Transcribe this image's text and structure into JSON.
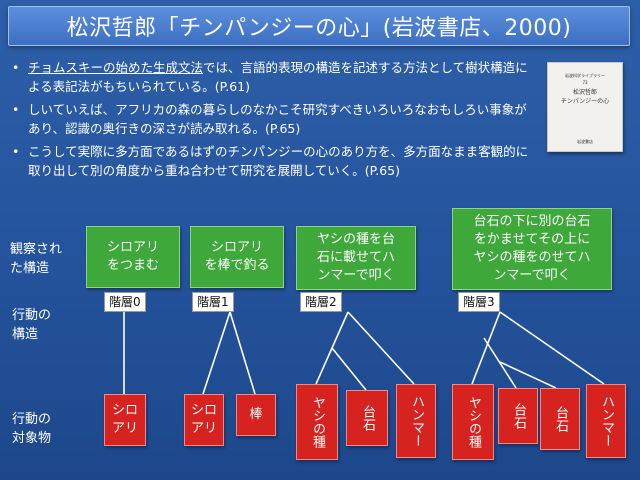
{
  "title": "松沢哲郎「チンパンジーの心」(岩波書店、2000)",
  "bullets": [
    {
      "underlined": "チョムスキーの始めた生成文法",
      "rest": "では、言語的表現の構造を記述する方法として樹状構造による表記法がもちいられている。(P.61)"
    },
    {
      "underlined": "",
      "rest": "しいていえば、アフリカの森の暮らしのなかこそ研究すべきいろいろなおもしろい事象があり、認識の奥行きの深さが読み取れる。(P.65)"
    },
    {
      "underlined": "",
      "rest": "こうして実際に多方面であるはずのチンパンジーの心のあり方を、多方面なまま客観的に取り出して別の角度から重ね合わせて研究を展開していく。(P.65)"
    }
  ],
  "book": {
    "line1": "岩波科学ライブラリー",
    "line2": "73",
    "line3": "松沢哲郎",
    "line4": "チンパンジーの心",
    "line5": "岩波書店"
  },
  "row_labels": {
    "observed": "観察され\nた構造",
    "action_structure": "行動の\n構造",
    "action_target": "行動の\n対象物"
  },
  "behaviors": [
    {
      "label": "シロアリ\nをつまむ",
      "level": "階層0",
      "targets": [
        "シロ\nアリ"
      ]
    },
    {
      "label": "シロアリ\nを棒で釣る",
      "level": "階層1",
      "targets": [
        "シロ\nアリ",
        "棒"
      ]
    },
    {
      "label": "ヤシの種を台\n石に載せてハ\nンマーで叩く",
      "level": "階層2",
      "targets": [
        "ヤシの種",
        "台石",
        "ハンマー"
      ]
    },
    {
      "label": "台石の下に別の台石\nをかませてその上に\nヤシの種をのせてハ\nンマーで叩く",
      "level": "階層3",
      "targets": [
        "ヤシの種",
        "台石",
        "台石",
        "ハンマー"
      ]
    }
  ],
  "colors": {
    "background": "#2a5aa3",
    "green_box": "#3ea93a",
    "red_box": "#d72320",
    "title_bar": "#4a7fcf"
  }
}
